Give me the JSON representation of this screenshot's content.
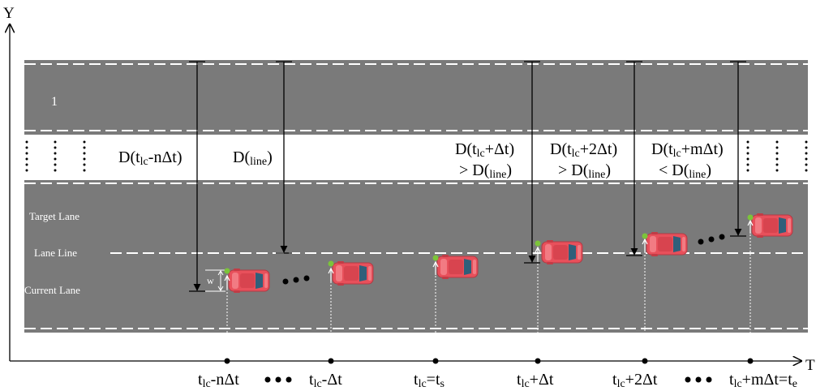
{
  "axes": {
    "y_label": "Y",
    "x_label": "T"
  },
  "upper_road": {
    "lane_number": "1"
  },
  "lane_labels": {
    "target": "Target Lane",
    "lane_line": "Lane Line",
    "current": "Current Lane"
  },
  "width_marker": "w",
  "distances": [
    {
      "main": "D(t",
      "sub": "lc",
      "tail": "-nΔt)",
      "compare": null
    },
    {
      "main": "D(",
      "sub": "line",
      "tail": ")",
      "compare": null
    },
    {
      "main": "D(t",
      "sub": "lc",
      "tail": "+Δt)",
      "compare": {
        "op": "> D(",
        "sub": "line",
        "tail": ")"
      }
    },
    {
      "main": "D(t",
      "sub": "lc",
      "tail": "+2Δt)",
      "compare": {
        "op": "> D(",
        "sub": "line",
        "tail": ")"
      }
    },
    {
      "main": "D(t",
      "sub": "lc",
      "tail": "+mΔt)",
      "compare": {
        "op": "< D(",
        "sub": "line",
        "tail": ")"
      }
    }
  ],
  "time_ticks": [
    {
      "pre": "t",
      "sub": "lc",
      "post": "-nΔt"
    },
    {
      "pre": "t",
      "sub": "lc",
      "post": "-Δt"
    },
    {
      "pre": "t",
      "sub": "lc",
      "post": "=t",
      "sub2": "s"
    },
    {
      "pre": "t",
      "sub": "lc",
      "post": "+Δt"
    },
    {
      "pre": "t",
      "sub": "lc",
      "post": "+2Δt"
    },
    {
      "pre": "t",
      "sub": "lc",
      "post": "+mΔt=t",
      "sub2": "e"
    }
  ],
  "colors": {
    "road": "#7a7a7a",
    "lane_marking": "#ffffff",
    "car_body": "#e8505b",
    "car_window": "#2f5f7a",
    "reference_dot": "#7cc43a",
    "axis": "#000000"
  }
}
